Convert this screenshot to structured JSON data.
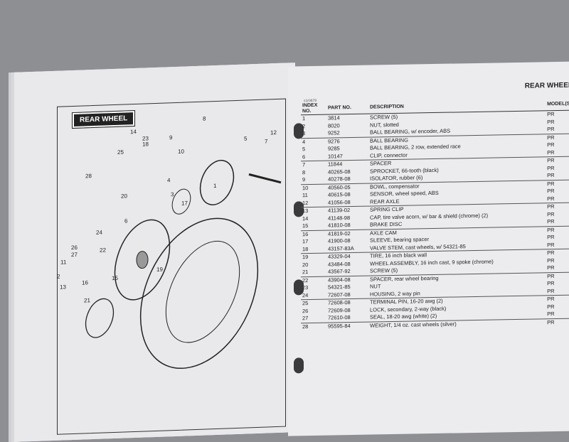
{
  "diagram": {
    "section_title": "REAR WHEEL",
    "callouts": [
      "14",
      "23",
      "18",
      "25",
      "9",
      "8",
      "10",
      "12",
      "5",
      "7",
      "4",
      "3",
      "1",
      "20",
      "17",
      "6",
      "24",
      "26",
      "27",
      "2",
      "13",
      "16",
      "11",
      "15",
      "21",
      "22",
      "19",
      "28"
    ]
  },
  "parts_page": {
    "header_title": "REAR WHEEL",
    "page_code": "s1r0679",
    "columns": {
      "index": "INDEX NO.",
      "part": "PART NO.",
      "description": "DESCRIPTION",
      "model": "MODEL(S)"
    },
    "rows": [
      {
        "index": "1",
        "part": "3814",
        "description": "SCREW (5)",
        "model": "PR"
      },
      {
        "index": "2",
        "part": "8020",
        "description": "NUT, slotted",
        "model": "PR"
      },
      {
        "index": "3",
        "part": "9252",
        "description": "BALL BEARING, w/ encoder, ABS",
        "model": "PR"
      },
      {
        "index": "4",
        "part": "9276",
        "description": "BALL BEARING",
        "model": "PR"
      },
      {
        "index": "5",
        "part": "9285",
        "description": "BALL BEARING, 2 row, extended race",
        "model": "PR"
      },
      {
        "index": "6",
        "part": "10147",
        "description": "CLIP, connector",
        "model": "PR"
      },
      {
        "index": "7",
        "part": "11844",
        "description": "SPACER",
        "model": "PR"
      },
      {
        "index": "8",
        "part": "40265-08",
        "description": "SPROCKET, 66-tooth (black)",
        "model": "PR"
      },
      {
        "index": "9",
        "part": "40278-08",
        "description": "ISOLATOR, rubber (6)",
        "model": "PR"
      },
      {
        "index": "10",
        "part": "40560-05",
        "description": "BOWL, compensator",
        "model": "PR"
      },
      {
        "index": "11",
        "part": "40615-08",
        "description": "SENSOR, wheel speed, ABS",
        "model": "PR"
      },
      {
        "index": "12",
        "part": "41056-08",
        "description": "REAR AXLE",
        "model": "PR"
      },
      {
        "index": "13",
        "part": "41139-02",
        "description": "SPRING CLIP",
        "model": "PR"
      },
      {
        "index": "14",
        "part": "41148-98",
        "description": "CAP, tire valve acorn, w/ bar & shield (chrome) (2)",
        "model": "PR"
      },
      {
        "index": "15",
        "part": "41810-08",
        "description": "BRAKE DISC",
        "model": "PR"
      },
      {
        "index": "16",
        "part": "41819-02",
        "description": "AXLE CAM",
        "model": "PR"
      },
      {
        "index": "17",
        "part": "41900-08",
        "description": "SLEEVE, bearing spacer",
        "model": "PR"
      },
      {
        "index": "18",
        "part": "43157-83A",
        "description": "VALVE STEM, cast wheels, w/ 54321-85",
        "model": "PR"
      },
      {
        "index": "19",
        "part": "43329-04",
        "description": "TIRE, 16 inch black wall",
        "model": "PR"
      },
      {
        "index": "20",
        "part": "43484-08",
        "description": "WHEEL ASSEMBLY, 16 inch cast, 9 spoke (chrome)",
        "model": "PR"
      },
      {
        "index": "21",
        "part": "43567-92",
        "description": "SCREW (5)",
        "model": "PR"
      },
      {
        "index": "22",
        "part": "43904-08",
        "description": "SPACER, rear wheel bearing",
        "model": "PR"
      },
      {
        "index": "23",
        "part": "54321-85",
        "description": "NUT",
        "model": "PR"
      },
      {
        "index": "24",
        "part": "72607-08",
        "description": "HOUSING, 2 way pin",
        "model": "PR"
      },
      {
        "index": "25",
        "part": "72608-08",
        "description": "TERMINAL PIN, 16-20 awg (2)",
        "model": "PR"
      },
      {
        "index": "26",
        "part": "72609-08",
        "description": "LOCK, secondary, 2-way (black)",
        "model": "PR"
      },
      {
        "index": "27",
        "part": "72610-08",
        "description": "SEAL, 18-20 awg (white) (2)",
        "model": "PR"
      },
      {
        "index": "28",
        "part": "95595-84",
        "description": "WEIGHT, 1/4 oz. cast wheels (silver)",
        "model": "PR"
      }
    ]
  }
}
